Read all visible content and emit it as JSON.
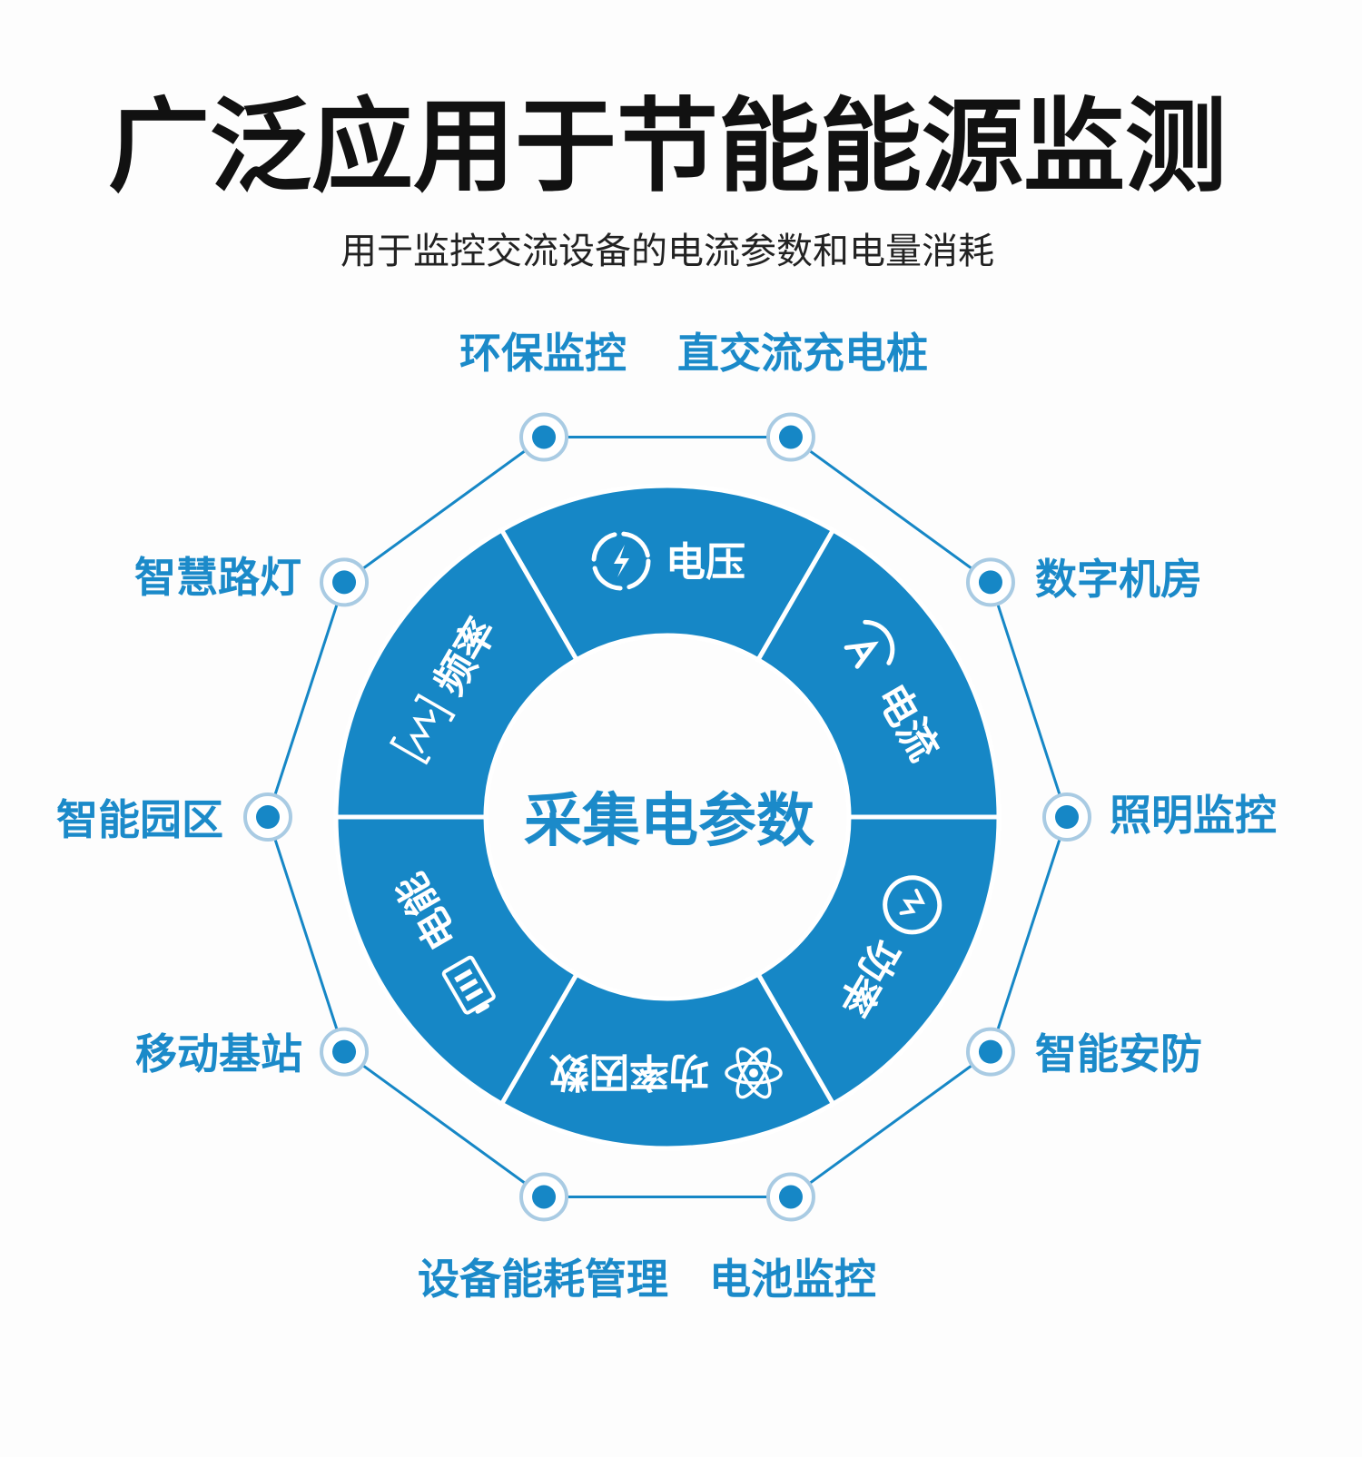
{
  "header": {
    "title": "广泛应用于节能能源监测",
    "subtitle": "用于监控交流设备的电流参数和电量消耗"
  },
  "center_label": "采集电参数",
  "segments": [
    {
      "label": "电压",
      "icon": "lightning-icon"
    },
    {
      "label": "电流",
      "icon": "ammeter-icon"
    },
    {
      "label": "功率",
      "icon": "power-wave-icon"
    },
    {
      "label": "功率因数",
      "icon": "atom-icon"
    },
    {
      "label": "电能",
      "icon": "battery-icon"
    },
    {
      "label": "频率",
      "icon": "frequency-chart-icon"
    }
  ],
  "applications": [
    "环保监控",
    "直交流充电桩",
    "数字机房",
    "照明监控",
    "智能安防",
    "电池监控",
    "设备能耗管理",
    "移动基站",
    "智能园区",
    "智慧路灯"
  ],
  "colors": {
    "primary": "#1687c6",
    "label": "#1b8ac9",
    "ring": "#a9cbe3"
  }
}
